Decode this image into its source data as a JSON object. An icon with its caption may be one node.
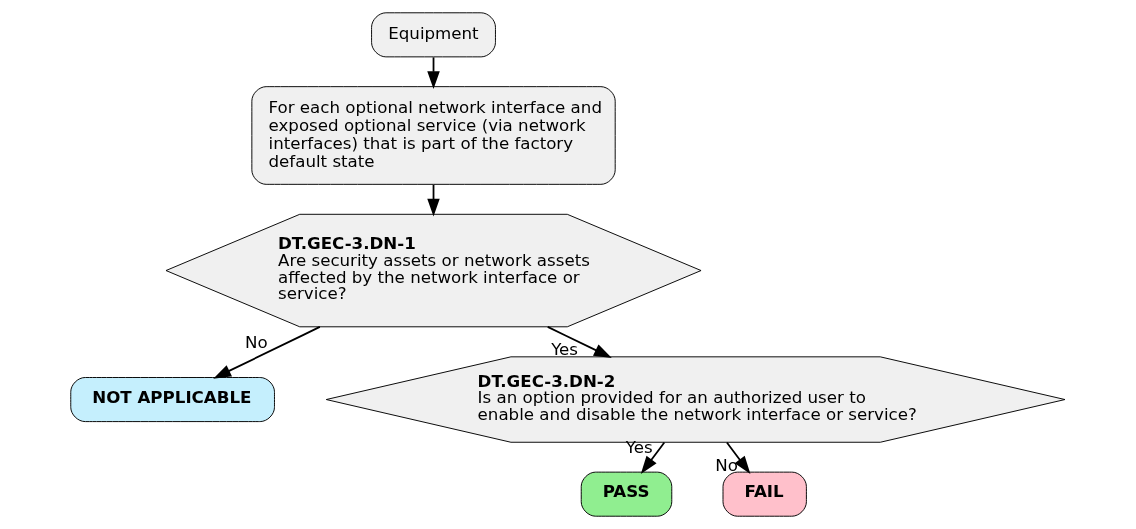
{
  "diagram": {
    "nodes": [
      {
        "text": [
          "Equipment"
        ]
      },
      {
        "text": [
          "For each optional network interface and exposed optional service (via network interfaces) that is part of the factory default state"
        ]
      },
      {
        "text": [
          "DT.GEC-3.DN-1",
          "Are security assets or network assets affected by the network interface or service?"
        ]
      },
      {
        "text": [
          "NOT APPLICABLE"
        ]
      },
      {
        "text": [
          "DT.GEC-3.DN-2",
          "Is an option provided for an authorized user to enable and disable the network interface or service?"
        ]
      },
      {
        "text": [
          "PASS"
        ]
      },
      {
        "text": [
          "FAIL"
        ]
      }
    ],
    "edges": [
      {
        "from": 0,
        "to": 1,
        "arrow": "to"
      },
      {
        "from": 1,
        "to": 2,
        "arrow": "to"
      },
      {
        "from": 2,
        "to": 3,
        "label": "No",
        "arrow": "to"
      },
      {
        "from": 2,
        "to": 4,
        "label": "Yes",
        "arrow": "to"
      },
      {
        "from": 4,
        "to": 5,
        "label": "Yes",
        "arrow": "to"
      },
      {
        "from": 4,
        "to": 6,
        "label": "No",
        "arrow": "to"
      }
    ]
  }
}
